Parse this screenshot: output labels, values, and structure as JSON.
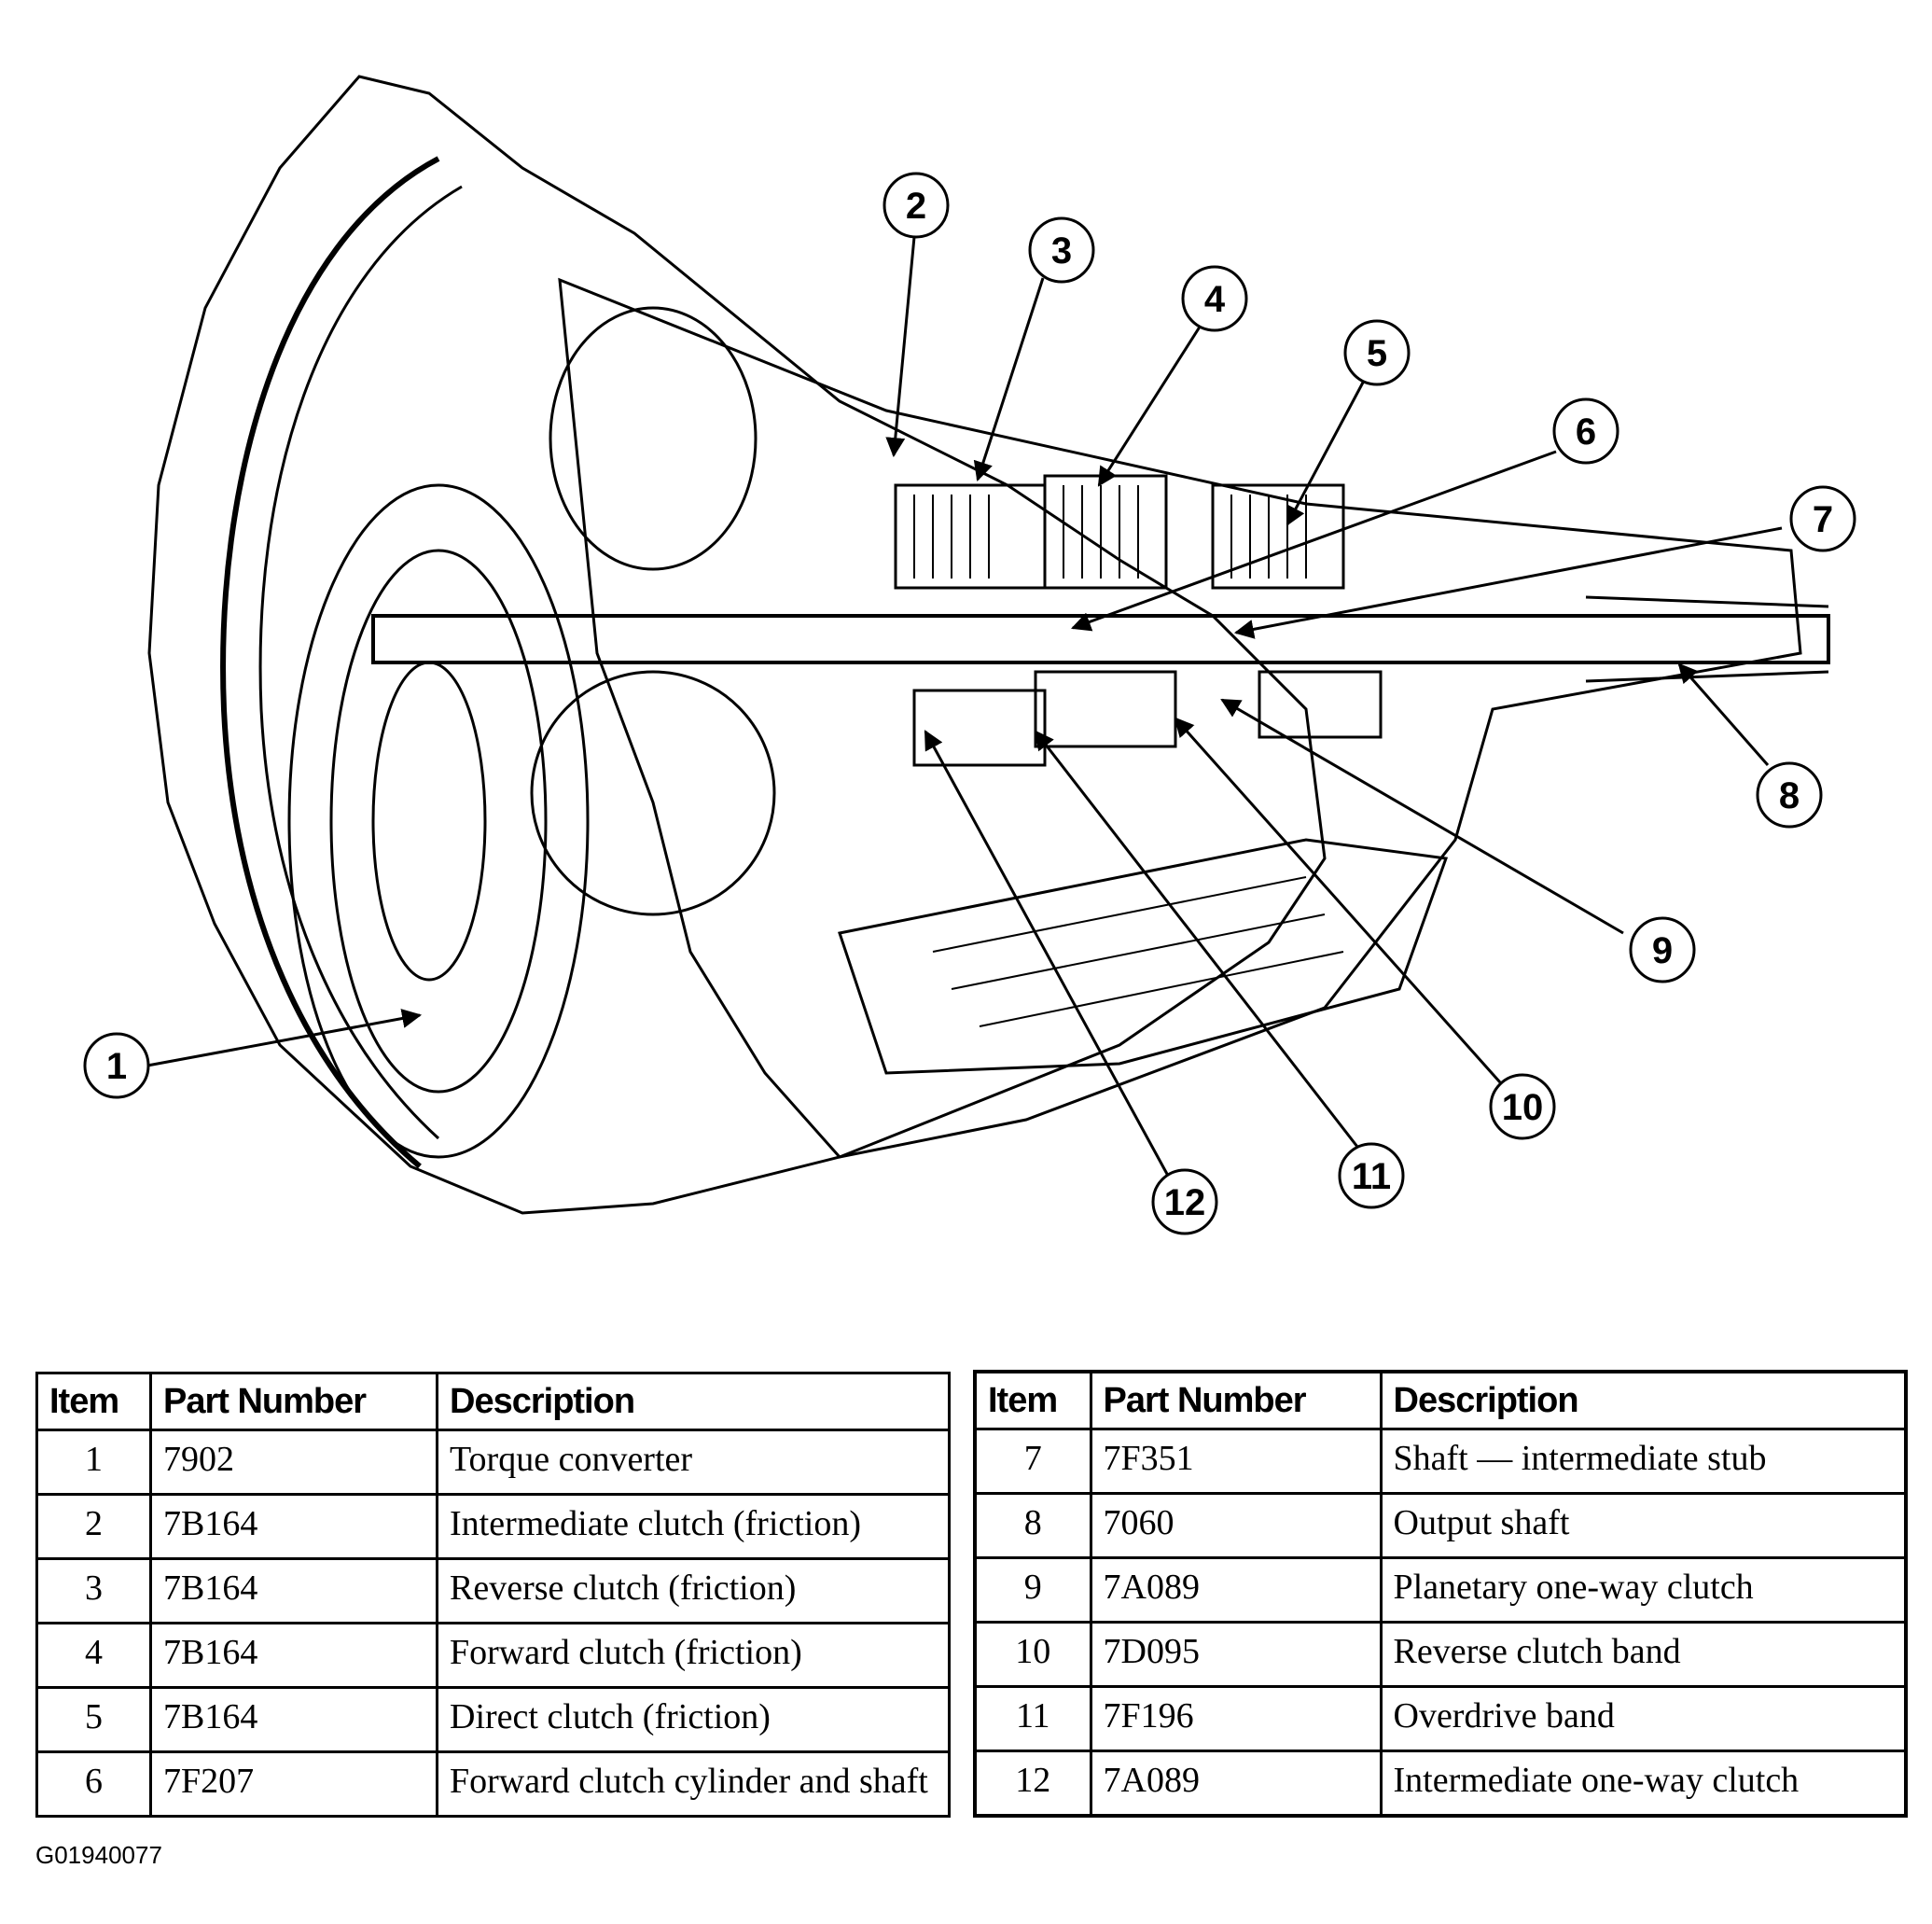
{
  "diagram": {
    "callouts": [
      "1",
      "2",
      "3",
      "4",
      "5",
      "6",
      "7",
      "8",
      "9",
      "10",
      "11",
      "12"
    ]
  },
  "tables": {
    "headers": {
      "item": "Item",
      "part_number": "Part Number",
      "description": "Description"
    },
    "left": [
      {
        "item": "1",
        "part": "7902",
        "desc": "Torque converter"
      },
      {
        "item": "2",
        "part": "7B164",
        "desc": "Intermediate clutch (friction)"
      },
      {
        "item": "3",
        "part": "7B164",
        "desc": "Reverse clutch (friction)"
      },
      {
        "item": "4",
        "part": "7B164",
        "desc": "Forward clutch (friction)"
      },
      {
        "item": "5",
        "part": "7B164",
        "desc": "Direct clutch (friction)"
      },
      {
        "item": "6",
        "part": "7F207",
        "desc": "Forward clutch cylinder and shaft"
      }
    ],
    "right": [
      {
        "item": "7",
        "part": "7F351",
        "desc": "Shaft — intermediate stub"
      },
      {
        "item": "8",
        "part": "7060",
        "desc": "Output shaft"
      },
      {
        "item": "9",
        "part": "7A089",
        "desc": "Planetary one-way clutch"
      },
      {
        "item": "10",
        "part": "7D095",
        "desc": "Reverse clutch band"
      },
      {
        "item": "11",
        "part": "7F196",
        "desc": "Overdrive band"
      },
      {
        "item": "12",
        "part": "7A089",
        "desc": "Intermediate one-way clutch"
      }
    ]
  },
  "figure_code": "G01940077"
}
